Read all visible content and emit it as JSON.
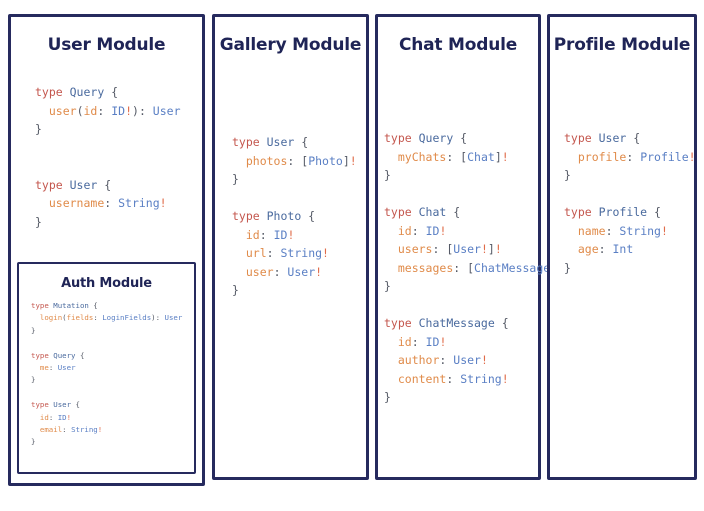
{
  "diagram": {
    "type": "graphql-schema-modules",
    "modules": [
      {
        "id": "user",
        "title": "User Module",
        "code_lines": [
          [
            {
              "t": "type ",
              "c": "kw"
            },
            {
              "t": "Query",
              "c": "tn"
            },
            {
              "t": " {",
              "c": "pun"
            }
          ],
          [
            {
              "t": "  ",
              "c": "pun"
            },
            {
              "t": "user",
              "c": "fld"
            },
            {
              "t": "(",
              "c": "pun"
            },
            {
              "t": "id",
              "c": "fld"
            },
            {
              "t": ": ",
              "c": "pun"
            },
            {
              "t": "ID",
              "c": "ret"
            },
            {
              "t": "!",
              "c": "bang"
            },
            {
              "t": "): ",
              "c": "pun"
            },
            {
              "t": "User",
              "c": "ret"
            }
          ],
          [
            {
              "t": "}",
              "c": "pun"
            }
          ],
          [],
          [],
          [
            {
              "t": "type ",
              "c": "kw"
            },
            {
              "t": "User",
              "c": "tn"
            },
            {
              "t": " {",
              "c": "pun"
            }
          ],
          [
            {
              "t": "  ",
              "c": "pun"
            },
            {
              "t": "username",
              "c": "fld"
            },
            {
              "t": ": ",
              "c": "pun"
            },
            {
              "t": "String",
              "c": "ret"
            },
            {
              "t": "!",
              "c": "bang"
            }
          ],
          [
            {
              "t": "}",
              "c": "pun"
            }
          ]
        ],
        "nested": {
          "id": "auth",
          "title": "Auth Module",
          "code_lines": [
            [
              {
                "t": "type ",
                "c": "kw"
              },
              {
                "t": "Mutation",
                "c": "tn"
              },
              {
                "t": " {",
                "c": "pun"
              }
            ],
            [
              {
                "t": "  ",
                "c": "pun"
              },
              {
                "t": "login",
                "c": "fld"
              },
              {
                "t": "(",
                "c": "pun"
              },
              {
                "t": "fields",
                "c": "fld"
              },
              {
                "t": ": ",
                "c": "pun"
              },
              {
                "t": "LoginFields",
                "c": "ret"
              },
              {
                "t": "): ",
                "c": "pun"
              },
              {
                "t": "User",
                "c": "ret"
              }
            ],
            [
              {
                "t": "}",
                "c": "pun"
              }
            ],
            [],
            [
              {
                "t": "type ",
                "c": "kw"
              },
              {
                "t": "Query",
                "c": "tn"
              },
              {
                "t": " {",
                "c": "pun"
              }
            ],
            [
              {
                "t": "  ",
                "c": "pun"
              },
              {
                "t": "me",
                "c": "fld"
              },
              {
                "t": ": ",
                "c": "pun"
              },
              {
                "t": "User",
                "c": "ret"
              }
            ],
            [
              {
                "t": "}",
                "c": "pun"
              }
            ],
            [],
            [
              {
                "t": "type ",
                "c": "kw"
              },
              {
                "t": "User",
                "c": "tn"
              },
              {
                "t": " {",
                "c": "pun"
              }
            ],
            [
              {
                "t": "  ",
                "c": "pun"
              },
              {
                "t": "id",
                "c": "fld"
              },
              {
                "t": ": ",
                "c": "pun"
              },
              {
                "t": "ID",
                "c": "ret"
              },
              {
                "t": "!",
                "c": "bang"
              }
            ],
            [
              {
                "t": "  ",
                "c": "pun"
              },
              {
                "t": "email",
                "c": "fld"
              },
              {
                "t": ": ",
                "c": "pun"
              },
              {
                "t": "String",
                "c": "ret"
              },
              {
                "t": "!",
                "c": "bang"
              }
            ],
            [
              {
                "t": "}",
                "c": "pun"
              }
            ]
          ]
        }
      },
      {
        "id": "gallery",
        "title": "Gallery Module",
        "code_lines": [
          [
            {
              "t": "type ",
              "c": "kw"
            },
            {
              "t": "User",
              "c": "tn"
            },
            {
              "t": " {",
              "c": "pun"
            }
          ],
          [
            {
              "t": "  ",
              "c": "pun"
            },
            {
              "t": "photos",
              "c": "fld"
            },
            {
              "t": ": [",
              "c": "pun"
            },
            {
              "t": "Photo",
              "c": "ret"
            },
            {
              "t": "]",
              "c": "pun"
            },
            {
              "t": "!",
              "c": "bang"
            }
          ],
          [
            {
              "t": "}",
              "c": "pun"
            }
          ],
          [],
          [
            {
              "t": "type ",
              "c": "kw"
            },
            {
              "t": "Photo",
              "c": "tn"
            },
            {
              "t": " {",
              "c": "pun"
            }
          ],
          [
            {
              "t": "  ",
              "c": "pun"
            },
            {
              "t": "id",
              "c": "fld"
            },
            {
              "t": ": ",
              "c": "pun"
            },
            {
              "t": "ID",
              "c": "ret"
            },
            {
              "t": "!",
              "c": "bang"
            }
          ],
          [
            {
              "t": "  ",
              "c": "pun"
            },
            {
              "t": "url",
              "c": "fld"
            },
            {
              "t": ": ",
              "c": "pun"
            },
            {
              "t": "String",
              "c": "ret"
            },
            {
              "t": "!",
              "c": "bang"
            }
          ],
          [
            {
              "t": "  ",
              "c": "pun"
            },
            {
              "t": "user",
              "c": "fld"
            },
            {
              "t": ": ",
              "c": "pun"
            },
            {
              "t": "User",
              "c": "ret"
            },
            {
              "t": "!",
              "c": "bang"
            }
          ],
          [
            {
              "t": "}",
              "c": "pun"
            }
          ]
        ]
      },
      {
        "id": "chat",
        "title": "Chat Module",
        "code_lines": [
          [
            {
              "t": "type ",
              "c": "kw"
            },
            {
              "t": "Query",
              "c": "tn"
            },
            {
              "t": " {",
              "c": "pun"
            }
          ],
          [
            {
              "t": "  ",
              "c": "pun"
            },
            {
              "t": "myChats",
              "c": "fld"
            },
            {
              "t": ": [",
              "c": "pun"
            },
            {
              "t": "Chat",
              "c": "ret"
            },
            {
              "t": "]",
              "c": "pun"
            },
            {
              "t": "!",
              "c": "bang"
            }
          ],
          [
            {
              "t": "}",
              "c": "pun"
            }
          ],
          [],
          [
            {
              "t": "type ",
              "c": "kw"
            },
            {
              "t": "Chat",
              "c": "tn"
            },
            {
              "t": " {",
              "c": "pun"
            }
          ],
          [
            {
              "t": "  ",
              "c": "pun"
            },
            {
              "t": "id",
              "c": "fld"
            },
            {
              "t": ": ",
              "c": "pun"
            },
            {
              "t": "ID",
              "c": "ret"
            },
            {
              "t": "!",
              "c": "bang"
            }
          ],
          [
            {
              "t": "  ",
              "c": "pun"
            },
            {
              "t": "users",
              "c": "fld"
            },
            {
              "t": ": [",
              "c": "pun"
            },
            {
              "t": "User",
              "c": "ret"
            },
            {
              "t": "!",
              "c": "bang"
            },
            {
              "t": "]",
              "c": "pun"
            },
            {
              "t": "!",
              "c": "bang"
            }
          ],
          [
            {
              "t": "  ",
              "c": "pun"
            },
            {
              "t": "messages",
              "c": "fld"
            },
            {
              "t": ": [",
              "c": "pun"
            },
            {
              "t": "ChatMessage",
              "c": "ret"
            },
            {
              "t": "]",
              "c": "pun"
            },
            {
              "t": "!",
              "c": "bang"
            }
          ],
          [
            {
              "t": "}",
              "c": "pun"
            }
          ],
          [],
          [
            {
              "t": "type ",
              "c": "kw"
            },
            {
              "t": "ChatMessage",
              "c": "tn"
            },
            {
              "t": " {",
              "c": "pun"
            }
          ],
          [
            {
              "t": "  ",
              "c": "pun"
            },
            {
              "t": "id",
              "c": "fld"
            },
            {
              "t": ": ",
              "c": "pun"
            },
            {
              "t": "ID",
              "c": "ret"
            },
            {
              "t": "!",
              "c": "bang"
            }
          ],
          [
            {
              "t": "  ",
              "c": "pun"
            },
            {
              "t": "author",
              "c": "fld"
            },
            {
              "t": ": ",
              "c": "pun"
            },
            {
              "t": "User",
              "c": "ret"
            },
            {
              "t": "!",
              "c": "bang"
            }
          ],
          [
            {
              "t": "  ",
              "c": "pun"
            },
            {
              "t": "content",
              "c": "fld"
            },
            {
              "t": ": ",
              "c": "pun"
            },
            {
              "t": "String",
              "c": "ret"
            },
            {
              "t": "!",
              "c": "bang"
            }
          ],
          [
            {
              "t": "}",
              "c": "pun"
            }
          ]
        ]
      },
      {
        "id": "profile",
        "title": "Profile Module",
        "code_lines": [
          [
            {
              "t": "type ",
              "c": "kw"
            },
            {
              "t": "User",
              "c": "tn"
            },
            {
              "t": " {",
              "c": "pun"
            }
          ],
          [
            {
              "t": "  ",
              "c": "pun"
            },
            {
              "t": "profile",
              "c": "fld"
            },
            {
              "t": ": ",
              "c": "pun"
            },
            {
              "t": "Profile",
              "c": "ret"
            },
            {
              "t": "!",
              "c": "bang"
            }
          ],
          [
            {
              "t": "}",
              "c": "pun"
            }
          ],
          [],
          [
            {
              "t": "type ",
              "c": "kw"
            },
            {
              "t": "Profile",
              "c": "tn"
            },
            {
              "t": " {",
              "c": "pun"
            }
          ],
          [
            {
              "t": "  ",
              "c": "pun"
            },
            {
              "t": "name",
              "c": "fld"
            },
            {
              "t": ": ",
              "c": "pun"
            },
            {
              "t": "String",
              "c": "ret"
            },
            {
              "t": "!",
              "c": "bang"
            }
          ],
          [
            {
              "t": "  ",
              "c": "pun"
            },
            {
              "t": "age",
              "c": "fld"
            },
            {
              "t": ": ",
              "c": "pun"
            },
            {
              "t": "Int",
              "c": "ret"
            }
          ],
          [
            {
              "t": "}",
              "c": "pun"
            }
          ]
        ]
      }
    ]
  },
  "colors": {
    "panel_border": "#262a5e",
    "heading": "#1f2456",
    "keyword": "#c4574e",
    "type_name": "#4a6a9e",
    "field_name": "#e08b4a",
    "return_type": "#5a7fc4",
    "punctuation": "#555a66",
    "non_null": "#e06c4a",
    "background": "#ffffff"
  }
}
